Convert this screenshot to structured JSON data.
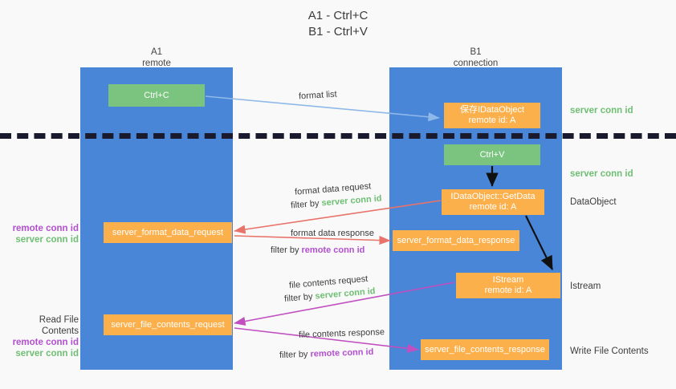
{
  "title": "A1 - Ctrl+C\nB1 - Ctrl+V",
  "colors": {
    "lane_blue": "#4a86d8",
    "node_green": "#7ac47f",
    "node_orange": "#fbb04c",
    "server_conn_green": "#6fbf73",
    "remote_conn_purple": "#b34fd0",
    "arrow_lightblue": "#8fb9e8",
    "arrow_red": "#e8736a",
    "arrow_magenta": "#c councils",
    "arrow_black": "#111111",
    "background": "#f9f9f9"
  },
  "lanes": {
    "left": {
      "title": "A1\nremote"
    },
    "right": {
      "title": "B1\nconnection"
    }
  },
  "nodes": {
    "ctrl_c": {
      "label": "Ctrl+C",
      "kind": "green"
    },
    "idataobject_saved": {
      "label": "保存IDataObject\nremote id: A",
      "kind": "orange"
    },
    "ctrl_v": {
      "label": "Ctrl+V",
      "kind": "green"
    },
    "getdata": {
      "label": "IDataObject::GetData\nremote id: A",
      "kind": "orange"
    },
    "format_data_response": {
      "label": "server_format_data_response",
      "kind": "orange"
    },
    "format_data_request": {
      "label": "server_format_data_request",
      "kind": "orange"
    },
    "istream": {
      "label": "IStream\nremote id: A",
      "kind": "orange"
    },
    "file_contents_request": {
      "label": "server_file_contents_request",
      "kind": "orange"
    },
    "file_contents_response": {
      "label": "server_file_contents_response",
      "kind": "orange"
    }
  },
  "edge_labels": {
    "format_list": "format list",
    "format_data_request": "format data request",
    "format_data_request_filter_prefix": "filter by ",
    "format_data_request_filter_key": "server conn id",
    "format_data_response": "format data response",
    "format_data_response_filter_prefix": "filter by ",
    "format_data_response_filter_key": "remote conn id",
    "file_contents_request": "file contents request",
    "file_contents_request_filter_prefix": "filter by ",
    "file_contents_request_filter_key": "server conn id",
    "file_contents_response": "file contents response",
    "file_contents_response_filter_prefix": "filter by ",
    "file_contents_response_filter_key": "remote conn id"
  },
  "side_labels": {
    "server_conn_id_top": "server conn id",
    "server_conn_id_mid": "server conn id",
    "dataobject": "DataObject",
    "istream": "Istream",
    "write_file_contents": "Write File Contents",
    "read_file_contents": "Read File Contents",
    "remote_conn_id": "remote conn id",
    "server_conn_id": "server conn id"
  }
}
